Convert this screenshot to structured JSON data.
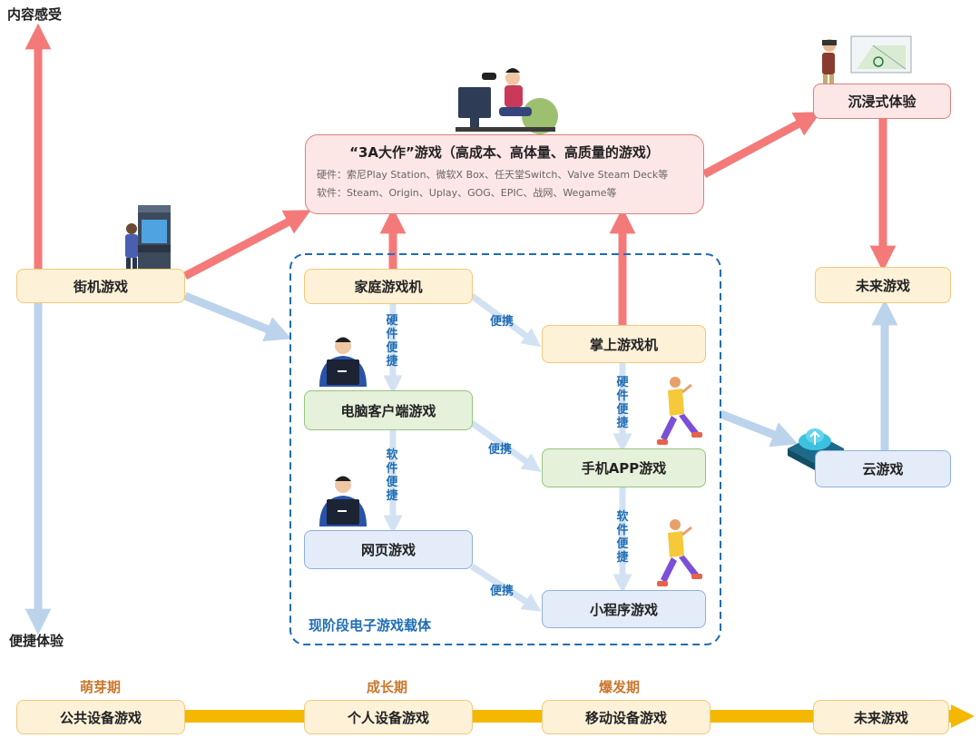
{
  "axes": {
    "top_label": "内容感受",
    "bottom_label": "便捷体验"
  },
  "nodes": {
    "arcade": "街机游戏",
    "home_console": "家庭游戏机",
    "handheld": "掌上游戏机",
    "pc_client": "电脑客户端游戏",
    "mobile_app": "手机APP游戏",
    "web_game": "网页游戏",
    "mini_program": "小程序游戏",
    "immersive": "沉浸式体验",
    "future_top": "未来游戏",
    "cloud": "云游戏"
  },
  "aaa": {
    "title": "“3A大作”游戏（高成本、高体量、高质量的游戏）",
    "hardware": "硬件：索尼Play Station、微软X Box、任天堂Switch、Valve Steam Deck等",
    "software": "软件：Steam、Origin、Uplay、GOG、EPIC、战网、Wegame等"
  },
  "edge_labels": {
    "hw_convenient": "硬件便捷",
    "sw_convenient_1": "软件便捷",
    "hw_convenient_2": "硬件便捷",
    "sw_convenient_2": "软件便捷",
    "portable_1": "便携",
    "portable_2": "便携",
    "portable_3": "便携"
  },
  "region_title": "现阶段电子游戏载体",
  "timeline": {
    "stages": [
      "萌芽期",
      "成长期",
      "爆发期"
    ],
    "items": [
      "公共设备游戏",
      "个人设备游戏",
      "移动设备游戏",
      "未来游戏"
    ]
  },
  "colors": {
    "red_arrow": "#f47a7a",
    "blue_arrow": "#bcd3ec",
    "timeline_arrow": "#f5b800",
    "dashed_region": "#1f6db5"
  },
  "icons": [
    "arcade-player-icon",
    "gamer-icon",
    "laptop-user-icon",
    "walking-person-icon",
    "cloud-platform-icon",
    "vr-user-icon"
  ]
}
